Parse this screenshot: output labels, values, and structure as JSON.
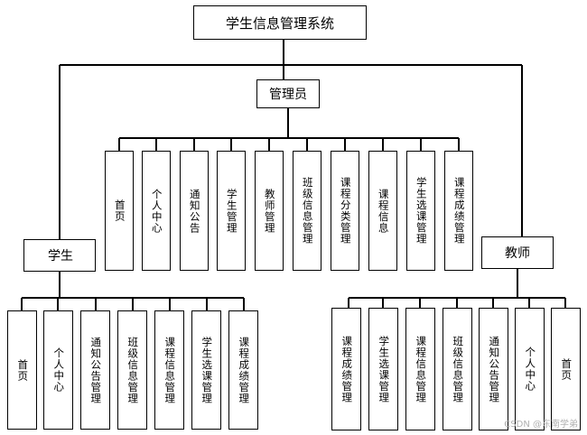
{
  "system_title": "学生信息管理系统",
  "admin": {
    "label": "管理员",
    "functions": [
      "首页",
      "个人中心",
      "通知公告",
      "学生管理",
      "教师管理",
      "班级信息管理",
      "课程分类管理",
      "课程信息",
      "学生选课管理",
      "课程成绩管理"
    ]
  },
  "student": {
    "label": "学生",
    "functions": [
      "首页",
      "个人中心",
      "通知公告管理",
      "班级信息管理",
      "课程信息管理",
      "学生选课管理",
      "课程成绩管理"
    ]
  },
  "teacher": {
    "label": "教师",
    "functions": [
      "课程成绩管理",
      "学生选课管理",
      "课程信息管理",
      "班级信息管理",
      "通知公告管理",
      "个人中心",
      "首页"
    ]
  },
  "watermark": "CSDN @东南学弟"
}
